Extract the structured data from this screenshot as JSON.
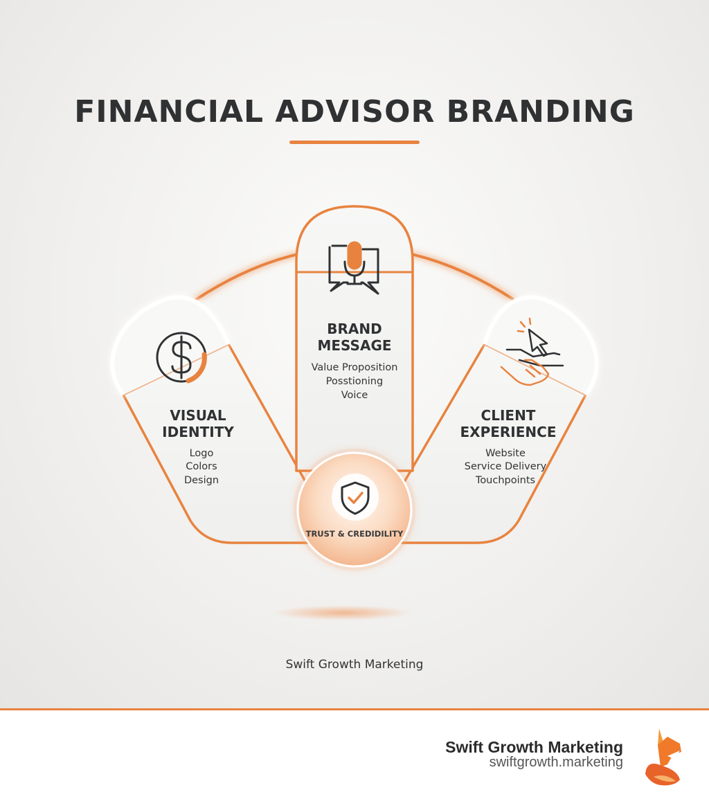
{
  "title": "FINANCIAL ADVISOR BRANDING",
  "colors": {
    "accent": "#e8833f",
    "text": "#2f3133"
  },
  "pillars": {
    "visual_identity": {
      "title_line1": "VISUAL",
      "title_line2": "IDENTITY",
      "items": [
        "Logo",
        "Colors",
        "Design"
      ],
      "icon": "dollar-sign-icon"
    },
    "brand_message": {
      "title_line1": "BRAND",
      "title_line2": "MESSAGE",
      "items": [
        "Value Proposition",
        "Posstioning",
        "Voice"
      ],
      "icon": "microphone-chat-icon"
    },
    "client_experience": {
      "title_line1": "CLIENT",
      "title_line2": "EXPERIENCE",
      "items": [
        "Website",
        "Service Delivery",
        "Touchpoints"
      ],
      "icon": "handshake-cursor-icon"
    }
  },
  "center": {
    "label": "TRUST & CREDIDILITY",
    "icon": "shield-check-icon"
  },
  "caption": "Swift Growth Marketing",
  "footer": {
    "brand_name": "Swift Growth Marketing",
    "url": "swiftgrowth.marketing",
    "logo_icon": "fox-logo-icon"
  }
}
